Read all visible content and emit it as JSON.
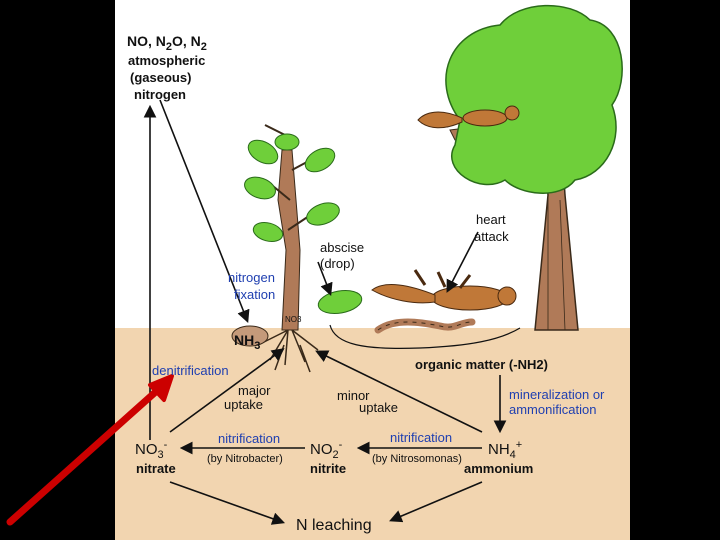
{
  "atmosphere": {
    "formula": [
      "NO, N",
      "2",
      "O, N",
      "2"
    ],
    "line1": "atmospheric",
    "line2": "(gaseous)",
    "line3": "nitrogen"
  },
  "labels": {
    "heart_attack": [
      "heart",
      "attack"
    ],
    "abscise": [
      "abscise",
      "(drop)"
    ],
    "nitrogen_fixation": [
      "nitrogen",
      "fixation"
    ],
    "nh3": [
      "NH",
      "3"
    ],
    "no3_root": "NO3",
    "denitrification": "denitrification",
    "organic_matter": "organic matter (-NH2)",
    "major_uptake": [
      "major",
      "uptake"
    ],
    "minor_uptake": [
      "minor",
      "uptake"
    ],
    "mineralization": [
      "mineralization or",
      "ammonification"
    ],
    "nitrification_left": "nitrification",
    "nitrification_right": "nitrification",
    "by_nitrobacter": "(by Nitrobacter)",
    "by_nitrosomonas": "(by Nitrosomonas)",
    "nitrate": {
      "base": "NO",
      "sub": "3",
      "sup": "-",
      "name": "nitrate"
    },
    "nitrite": {
      "base": "NO",
      "sub": "2",
      "sup": "-",
      "name": "nitrite"
    },
    "ammonium": {
      "base": "NH",
      "sub": "4",
      "sup": "+",
      "name": "ammonium"
    },
    "leaching": "N leaching"
  },
  "colors": {
    "background": "#000000",
    "sky": "#ffffff",
    "soil": "#f2d5b0",
    "leaf": "#6fcf3a",
    "trunk": "#b07a58",
    "squirrel": "#c07838",
    "label_blue": "#1f3fb0",
    "pointer_arrow": "#cc0000"
  }
}
